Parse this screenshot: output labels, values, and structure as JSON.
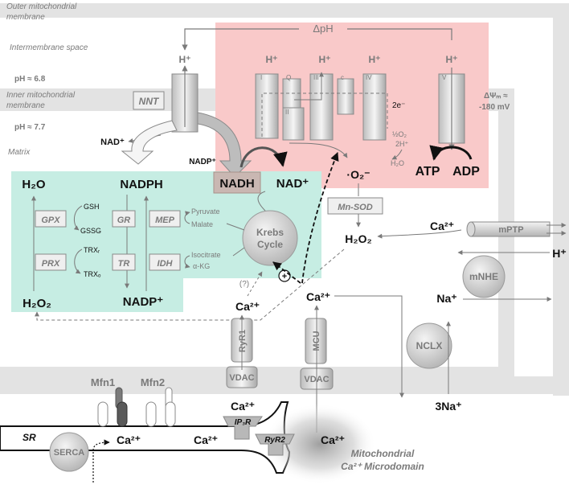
{
  "compartments": {
    "outer_membrane_line1": "Outer mitochondrial",
    "outer_membrane_line2": "membrane",
    "intermembrane_space": "Intermembrane space",
    "inner_membrane_line1": "Inner mitochondrial",
    "inner_membrane_line2": "membrane",
    "matrix": "Matrix",
    "ph_ims": "pH ≈ 6.8",
    "ph_matrix": "pH ≈ 7.7"
  },
  "etc": {
    "delta_ph": "ΔpH",
    "h_plus": "H⁺",
    "complex_I": "I",
    "complex_Q": "Q",
    "complex_III": "III",
    "complex_c": "c",
    "complex_IV": "IV",
    "complex_II": "II",
    "complex_V": "V",
    "electron": "2e⁻",
    "half_o2": "½O₂",
    "two_h": "2H⁺",
    "water": "H₂O",
    "atp": "ATP",
    "adp": "ADP",
    "delta_psi_line1": "ΔΨₘ ≈",
    "delta_psi_line2": "-180 mV"
  },
  "matrix": {
    "nnt": "NNT",
    "nad_plus_left": "NAD⁺",
    "nadp_plus_small": "NADP⁺",
    "nadh": "NADH",
    "nad_plus": "NAD⁺",
    "superoxide": "·O₂⁻",
    "mn_sod": "Mn-SOD",
    "h2o2": "H₂O₂",
    "krebs_line1": "Krebs",
    "krebs_line2": "Cycle",
    "plus_sign": "+",
    "question": "(?)"
  },
  "antioxidant": {
    "h2o": "H₂O",
    "nadph": "NADPH",
    "h2o2": "H₂O₂",
    "nadp_plus": "NADP⁺",
    "gpx": "GPX",
    "gr": "GR",
    "gsh": "GSH",
    "gssg": "GSSG",
    "prx": "PRX",
    "tr": "TR",
    "trx_r": "TRXᵣ",
    "trx_o": "TRXₒ",
    "mep": "MEP",
    "idh": "IDH",
    "pyruvate": "Pyruvate",
    "malate": "Malate",
    "isocitrate": "Isocitrate",
    "akg": "α-KG"
  },
  "transport": {
    "ca_mptp": "Ca²⁺",
    "mptp": "mPTP",
    "h_plus_right": "H⁺",
    "mnhe": "mNHE",
    "na_plus": "Na⁺",
    "nclx": "NCLX",
    "three_na": "3Na⁺",
    "ca_ryr1_matrix": "Ca²⁺",
    "ca_mcu_matrix": "Ca²⁺",
    "ryr1": "RyR1",
    "mcu": "MCU",
    "vdac_left": "VDAC",
    "vdac_right": "VDAC"
  },
  "sr": {
    "mfn1": "Mfn1",
    "mfn2": "Mfn2",
    "ca_ip3r": "Ca²⁺",
    "ip3r": "IP₃R",
    "sr_label": "SR",
    "serca": "SERCA",
    "ca_serca": "Ca²⁺",
    "ca_middle": "Ca²⁺",
    "ryr2": "RyR2",
    "ca_microdomain": "Ca²⁺",
    "microdomain_line1": "Mitochondrial",
    "microdomain_line2": "Ca²⁺ Microdomain"
  }
}
